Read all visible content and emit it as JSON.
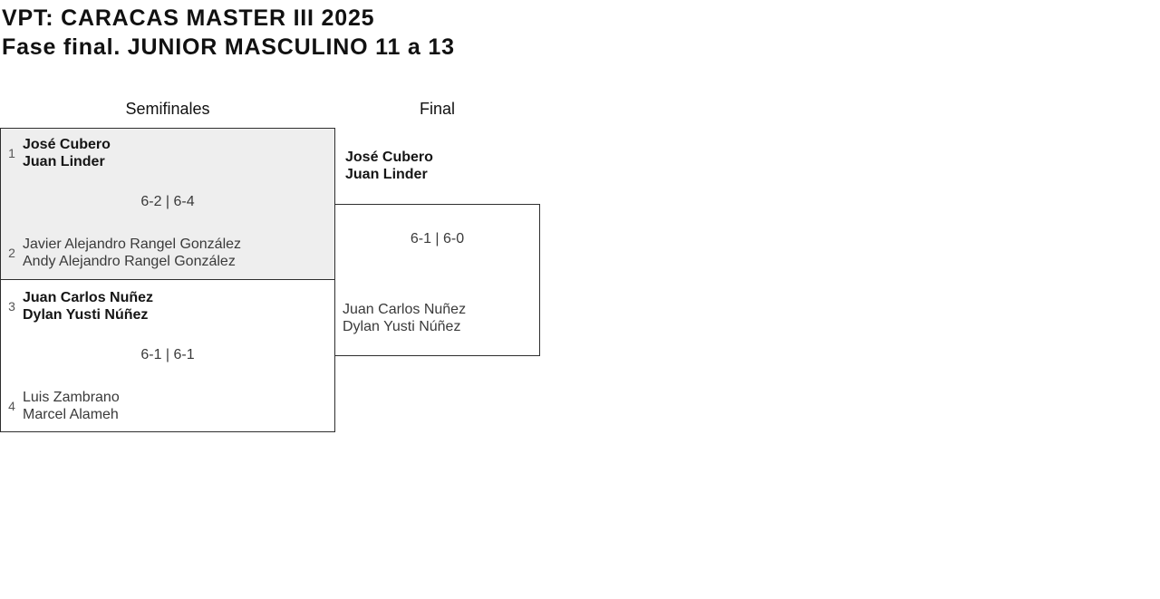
{
  "page": {
    "title_line1": "VPT: CARACAS MASTER III 2025",
    "title_line2": "Fase final. JUNIOR MASCULINO 11 a 13"
  },
  "columns": {
    "semifinals_label": "Semifinales",
    "final_label": "Final"
  },
  "matches": {
    "semifinal_1": {
      "top_seed": "1",
      "top_team": [
        "José Cubero",
        "Juan Linder"
      ],
      "score": "6-2 | 6-4",
      "bottom_seed": "2",
      "bottom_team": [
        "Javier Alejandro Rangel González",
        "Andy Alejandro Rangel González"
      ]
    },
    "semifinal_2": {
      "top_seed": "3",
      "top_team": [
        "Juan Carlos Nuñez",
        "Dylan Yusti Núñez"
      ],
      "score": "6-1 | 6-1",
      "bottom_seed": "4",
      "bottom_team": [
        "Luis Zambrano",
        "Marcel Alameh"
      ]
    },
    "final": {
      "top_team": [
        "José Cubero",
        "Juan Linder"
      ],
      "score": "6-1 | 6-0",
      "bottom_team": [
        "Juan Carlos Nuñez",
        "Dylan Yusti Núñez"
      ]
    }
  },
  "colors": {
    "page_bg": "#ffffff",
    "highlight_match_bg": "#eeeeee",
    "match_border": "#2e2e2e",
    "text_primary": "#111111",
    "text_secondary": "#3a3a3a",
    "winner_text": "#151515",
    "seed_text": "#555555"
  }
}
